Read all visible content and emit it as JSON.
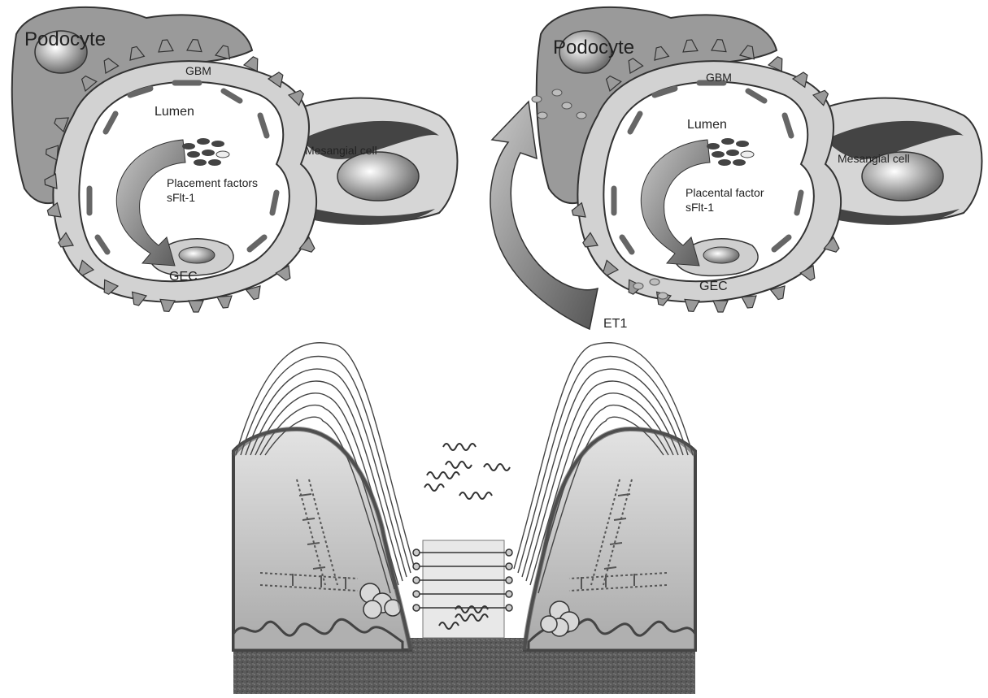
{
  "left_panel": {
    "podocyte": "Podocyte",
    "gbm": "GBM",
    "lumen": "Lumen",
    "mesangial": "Mesangial cell",
    "factor_line1": "Placement factors",
    "factor_line2": "sFlt-1",
    "gec": "GEC"
  },
  "right_panel": {
    "podocyte": "Podocyte",
    "gbm": "GBM",
    "lumen": "Lumen",
    "mesangial": "Mesangial cell",
    "factor_line1": "Placental factor",
    "factor_line2": "sFlt-1",
    "gec": "GEC",
    "et1": "ET1"
  },
  "colors": {
    "cell_fill": "#9a9a9a",
    "outline": "#333333",
    "gbm_fill": "#d2d2d2",
    "lumen_fill": "#ffffff",
    "basement": "#555555"
  }
}
